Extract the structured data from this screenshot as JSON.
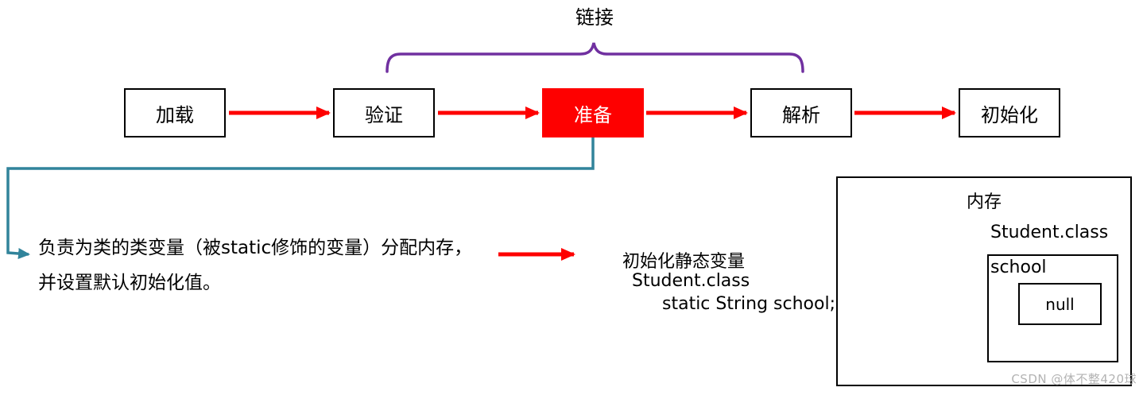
{
  "diagram": {
    "link_label": "链接",
    "stages": [
      {
        "label": "加载",
        "highlight": false
      },
      {
        "label": "验证",
        "highlight": false
      },
      {
        "label": "准备",
        "highlight": true
      },
      {
        "label": "解析",
        "highlight": false
      },
      {
        "label": "初始化",
        "highlight": false
      }
    ],
    "prepare_note_line1": "负责为类的类变量（被static修饰的变量）分配内存，",
    "prepare_note_line2": "并设置默认初始化值。",
    "init_note_line1": "初始化静态变量",
    "init_note_line2": "Student.class",
    "init_note_line3": "static String school;",
    "memory": {
      "title": "内存",
      "class_name": "Student.class",
      "field_name": "school",
      "field_value": "null"
    },
    "watermark": "CSDN @体不整420球",
    "colors": {
      "arrow_red": "#fe0000",
      "highlight_red": "#fe0000",
      "brace_purple": "#7030a0",
      "connector_teal": "#31849b",
      "box_border": "#000000",
      "watermark_gray": "#b3b3b3"
    }
  }
}
